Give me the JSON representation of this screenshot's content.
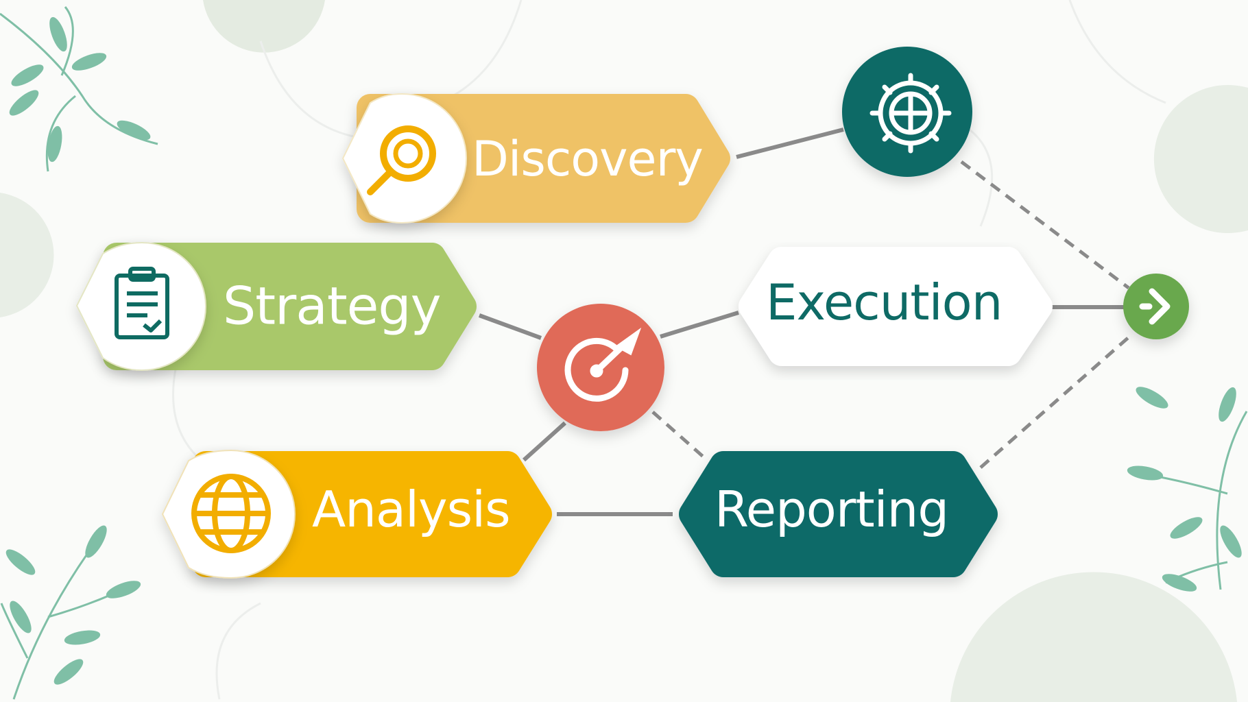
{
  "nodes": {
    "discovery": {
      "label": "Discovery",
      "color": "#efc266",
      "icon": "magnifier-target-icon"
    },
    "strategy": {
      "label": "Strategy",
      "color": "#a9c86a",
      "icon": "clipboard-checklist-icon"
    },
    "execution": {
      "label": "Execution",
      "color": "#ffffff",
      "text_color": "#0e6a65"
    },
    "analysis": {
      "label": "Analysis",
      "color": "#f6b500",
      "icon": "globe-icon"
    },
    "reporting": {
      "label": "Reporting",
      "color": "#0b6a67"
    },
    "hub": {
      "color": "#e06a58",
      "icon": "target-arrow-icon"
    },
    "helm": {
      "color": "#0d6a66",
      "icon": "ship-wheel-globe-icon"
    },
    "finish": {
      "color": "#69a84d",
      "icon": "arrow-right-icon"
    }
  },
  "colors": {
    "line": "#8a8a8a",
    "background": "#fafbf9",
    "decor": "#e4ebe1",
    "leaf": "#7fbfa6"
  }
}
